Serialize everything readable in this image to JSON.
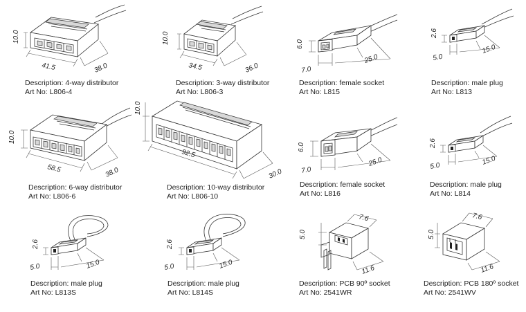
{
  "items": [
    {
      "desc": "Description: 4-way distributor",
      "art": "Art No: L806-4",
      "dims": [
        "10.0",
        "41.5",
        "38.0"
      ]
    },
    {
      "desc": "Description: 3-way distributor",
      "art": "Art No: L806-3",
      "dims": [
        "10.0",
        "34.5",
        "36.0"
      ]
    },
    {
      "desc": "Description: female  socket",
      "art": "Art No: L815",
      "dims": [
        "6.0",
        "7.0",
        "25.0"
      ]
    },
    {
      "desc": "Description: male  plug",
      "art": "Art No: L813",
      "dims": [
        "2.6",
        "5.0",
        "15.0"
      ]
    },
    {
      "desc": "Description: 6-way distributor",
      "art": "Art No: L806-6",
      "dims": [
        "10.0",
        "58.5",
        "38.0"
      ]
    },
    {
      "desc": "Description: 10-way distributor",
      "art": "Art No: L806-10",
      "dims": [
        "10.0",
        "92.5",
        "30.0"
      ]
    },
    {
      "desc": "Description: female  socket",
      "art": "Art No: L816",
      "dims": [
        "6.0",
        "7.0",
        "25.0"
      ]
    },
    {
      "desc": "Description: male  plug",
      "art": "Art No: L814",
      "dims": [
        "2.6",
        "5.0",
        "15.0"
      ]
    },
    {
      "desc": "Description: male  plug",
      "art": "Art No: L813S",
      "dims": [
        "2.6",
        "5.0",
        "15.0"
      ]
    },
    {
      "desc": "Description: male  plug",
      "art": "Art No: L814S",
      "dims": [
        "2.6",
        "5.0",
        "15.0"
      ]
    },
    {
      "desc": "Description: PCB 90º  socket",
      "art": "Art No: 2541WR",
      "dims": [
        "5.0",
        "7.6",
        "11.6"
      ]
    },
    {
      "desc": "Description: PCB 180º  socket",
      "art": "Art No: 2541WV",
      "dims": [
        "5.0",
        "7.6",
        "11.6"
      ]
    }
  ]
}
